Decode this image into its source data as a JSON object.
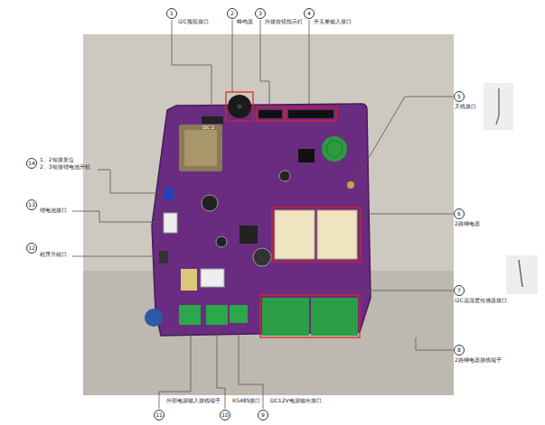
{
  "diagram": {
    "nodes": [
      {
        "text": [
          "1",
          "I2C预留接口"
        ]
      },
      {
        "text": [
          "2",
          "蜂鸣器"
        ]
      },
      {
        "text": [
          "3",
          "外接按钮指示灯"
        ]
      },
      {
        "text": [
          "4",
          "开关量输入接口"
        ]
      },
      {
        "text": [
          "5",
          "天线接口"
        ]
      },
      {
        "text": [
          "6",
          "2路继电器"
        ]
      },
      {
        "text": [
          "7",
          "I2C温湿度传感器接口"
        ]
      },
      {
        "text": [
          "8",
          "2路继电器接线端子"
        ]
      },
      {
        "text": [
          "9",
          "DC12V电源输出接口"
        ]
      },
      {
        "text": [
          "10",
          "RS485接口"
        ]
      },
      {
        "text": [
          "11",
          "外部电源输入接线端子"
        ]
      },
      {
        "text": [
          "12",
          "程序升级口"
        ]
      },
      {
        "text": [
          "13",
          "锂电池接口"
        ]
      },
      {
        "text": [
          "14",
          "1、2短接复位",
          "2、3短接锂电池开机"
        ]
      }
    ],
    "edges": [],
    "labels": [
      "I2C 2"
    ]
  }
}
